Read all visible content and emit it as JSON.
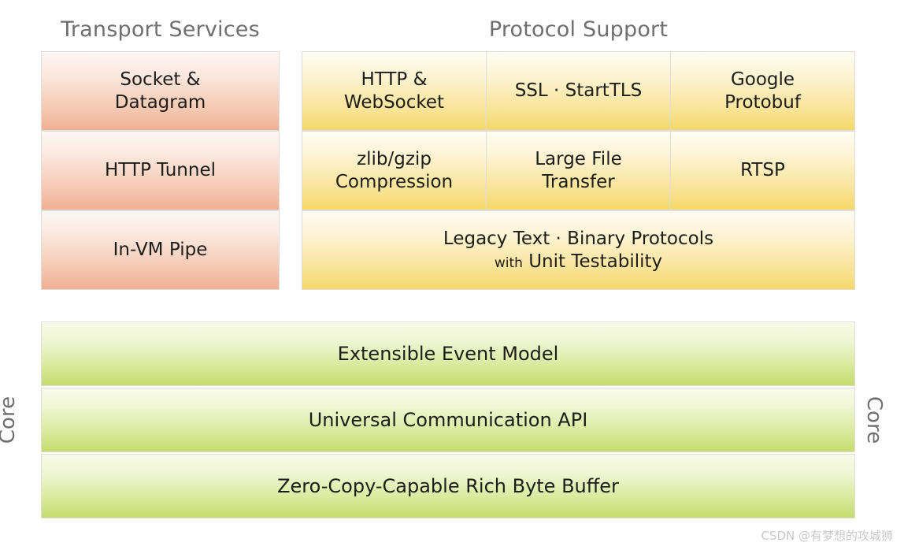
{
  "sections": {
    "transport": {
      "title": "Transport Services",
      "cells": [
        {
          "line1": "Socket &",
          "line2": "Datagram"
        },
        {
          "line1": "HTTP Tunnel",
          "line2": ""
        },
        {
          "line1": "In-VM Pipe",
          "line2": ""
        }
      ]
    },
    "protocol": {
      "title": "Protocol Support",
      "cells": [
        {
          "line1": "HTTP &",
          "line2": "WebSocket"
        },
        {
          "line1": "SSL · StartTLS",
          "line2": ""
        },
        {
          "line1": "Google",
          "line2": "Protobuf"
        },
        {
          "line1": "zlib/gzip",
          "line2": "Compression"
        },
        {
          "line1": "Large File",
          "line2": "Transfer"
        },
        {
          "line1": "RTSP",
          "line2": ""
        }
      ],
      "wide_cell": {
        "line1": "Legacy Text · Binary Protocols",
        "line2_small": "with",
        "line2_big": "Unit Testability"
      }
    },
    "core": {
      "label_left": "Core",
      "label_right": "Core",
      "rows": [
        {
          "label": "Extensible Event Model"
        },
        {
          "label": "Universal Communication API"
        },
        {
          "label": "Zero-Copy-Capable Rich Byte Buffer"
        }
      ]
    }
  },
  "watermark": "CSDN @有梦想的攻城狮",
  "colors": {
    "heading_gray": "#6f6f6f",
    "orange_bottom": "#f0b094",
    "yellow_bottom": "#f5d86a",
    "green_bottom": "#c5dc6e",
    "text_dark": "#1d1d1b",
    "border": "#dedede",
    "watermark_gray": "#c9c9c9"
  }
}
